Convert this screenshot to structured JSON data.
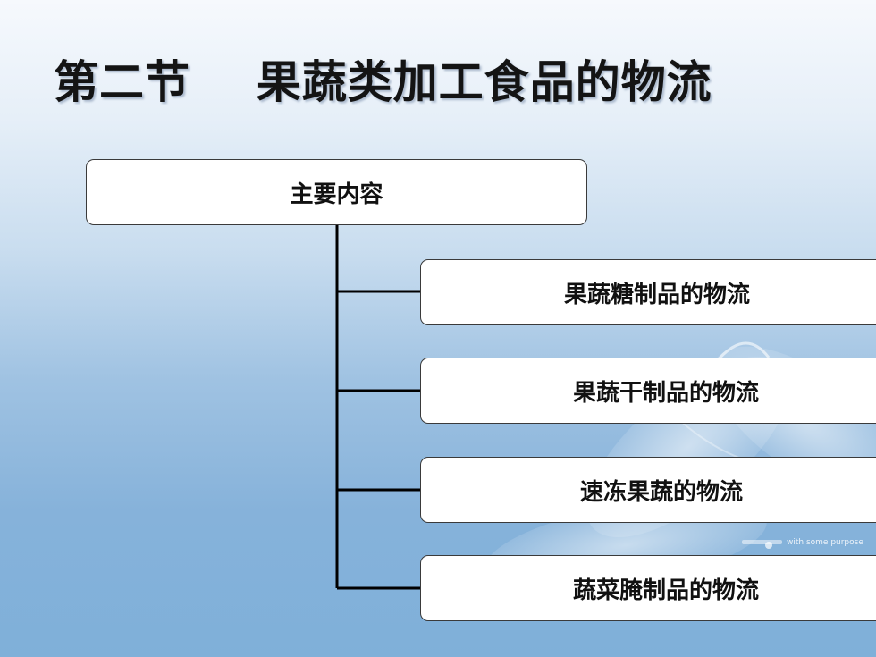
{
  "slide": {
    "title": "第二节    果蔬类加工食品的物流",
    "root": {
      "label": "主要内容"
    },
    "children": [
      {
        "label": "果蔬糖制品的物流"
      },
      {
        "label": "果蔬干制品的物流"
      },
      {
        "label": "速冻果蔬的物流"
      },
      {
        "label": "蔬菜腌制品的物流"
      }
    ],
    "watermark": "with some purpose"
  },
  "colors": {
    "background_top": "#f6f9fd",
    "background_bottom": "#7fb0d9",
    "box_fill": "#ffffff",
    "box_border": "#3a3a3a",
    "connector": "#000000",
    "text": "#111111"
  }
}
